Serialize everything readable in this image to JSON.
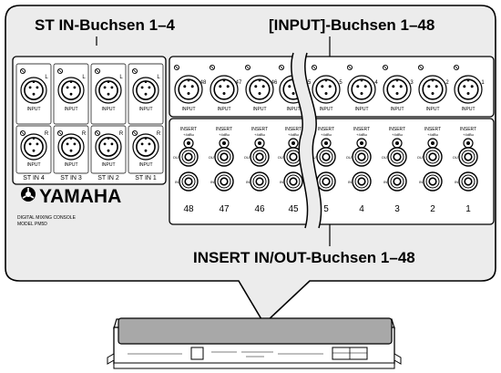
{
  "labels": {
    "st_in": "ST IN-Buchsen 1–4",
    "input": "[INPUT]-Buchsen 1–48",
    "insert": "INSERT IN/OUT-Buchsen 1–48"
  },
  "brand": {
    "name": "YAMAHA",
    "line1": "DIGITAL MIXING CONSOLE",
    "line2": "MODEL PM5D"
  },
  "st_in": {
    "jack_caption": "INPUT",
    "labels": [
      "ST IN 4",
      "ST IN 3",
      "ST IN 2",
      "ST IN 1"
    ],
    "top_side": "L",
    "bottom_side": "R"
  },
  "input_channels": [
    "48",
    "47",
    "46",
    "45",
    "5",
    "4",
    "3",
    "2",
    "1"
  ],
  "insert": {
    "header": "INSERT",
    "sub": "+4dBu",
    "out": "OUT",
    "in": "IN",
    "channels": [
      "48",
      "47",
      "46",
      "45",
      "5",
      "4",
      "3",
      "2",
      "1"
    ]
  },
  "colors": {
    "panel": "#ececec",
    "line": "#000000",
    "console_bar": "#a8a8a8"
  }
}
